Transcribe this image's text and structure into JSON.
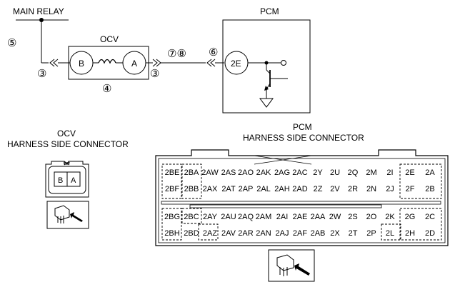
{
  "wiring": {
    "main_relay_label": "MAIN RELAY",
    "ocv_label": "OCV",
    "pcm_label": "PCM",
    "terminal_b": "B",
    "terminal_a": "A",
    "pcm_terminal": "2E",
    "callouts": {
      "c5": "⑤",
      "c3_left": "③",
      "c4": "④",
      "c3_right": "③",
      "c78": "⑦⑧",
      "c6": "⑥"
    }
  },
  "ocv_connector": {
    "title_line1": "OCV",
    "title_line2": "HARNESS SIDE CONNECTOR",
    "pins": [
      "B",
      "A"
    ]
  },
  "pcm_connector": {
    "title_line1": "PCM",
    "title_line2": "HARNESS SIDE CONNECTOR",
    "upper_block": [
      [
        "2BE",
        "2BA",
        "2AW",
        "2AS",
        "2AO",
        "2AK",
        "2AG",
        "2AC",
        "2Y",
        "2U",
        "2Q",
        "2M",
        "2I",
        "2E",
        "2A"
      ],
      [
        "2BF",
        "2BB",
        "2AX",
        "2AT",
        "2AP",
        "2AL",
        "2AH",
        "2AD",
        "2Z",
        "2V",
        "2R",
        "2N",
        "2J",
        "2F",
        "2B"
      ]
    ],
    "lower_block": [
      [
        "2BG",
        "2BC",
        "2AY",
        "2AU",
        "2AQ",
        "2AM",
        "2AI",
        "2AE",
        "2AA",
        "2W",
        "2S",
        "2O",
        "2K",
        "2G",
        "2C"
      ],
      [
        "2BH",
        "2BD",
        "2AZ",
        "2AV",
        "2AR",
        "2AN",
        "2AJ",
        "2AF",
        "2AB",
        "2X",
        "2T",
        "2P",
        "2L",
        "2H",
        "2D"
      ]
    ]
  }
}
